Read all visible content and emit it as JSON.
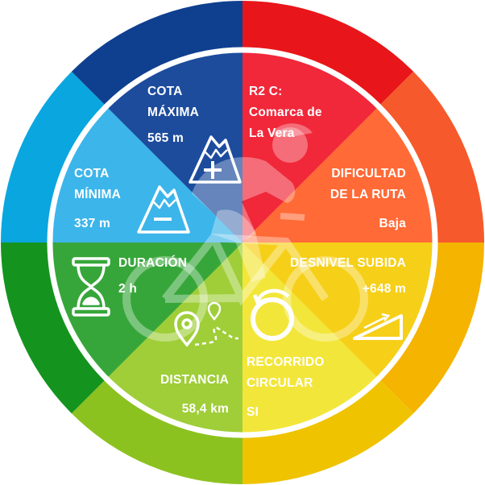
{
  "colors": {
    "outer": [
      "#e8161a",
      "#f6592b",
      "#f5b400",
      "#efc300",
      "#8cc21f",
      "#14941e",
      "#0aa6df",
      "#0f3f8f"
    ],
    "inner": [
      "#f0283a",
      "#ff6a36",
      "#f6cf18",
      "#f3e63a",
      "#9fce38",
      "#37a63a",
      "#3cb5ea",
      "#1d4c9d"
    ]
  },
  "sections": {
    "route": {
      "line1": "R2 C:",
      "line2": "Comarca de",
      "line3": "La Vera"
    },
    "difficulty": {
      "line1": "DIFICULTAD",
      "line2": "DE LA RUTA",
      "value": "Baja"
    },
    "ascent": {
      "label": "DESNIVEL SUBIDA",
      "value": "+648 m"
    },
    "circular": {
      "line1": "RECORRIDO",
      "line2": "CIRCULAR",
      "value": "SI"
    },
    "distance": {
      "label": "DISTANCIA",
      "value": "58,4 km"
    },
    "duration": {
      "label": "DURACIÓN",
      "value": "2 h"
    },
    "min_alt": {
      "line1": "COTA",
      "line2": "MÍNIMA",
      "value": "337 m"
    },
    "max_alt": {
      "line1": "COTA",
      "line2": "MÁXIMA",
      "value": "565 m"
    }
  },
  "icons": [
    "mountain-plus-icon",
    "mountain-minus-icon",
    "hourglass-icon",
    "map-pin-route-icon",
    "circular-arrow-icon",
    "slope-icon",
    "cyclist-icon"
  ]
}
